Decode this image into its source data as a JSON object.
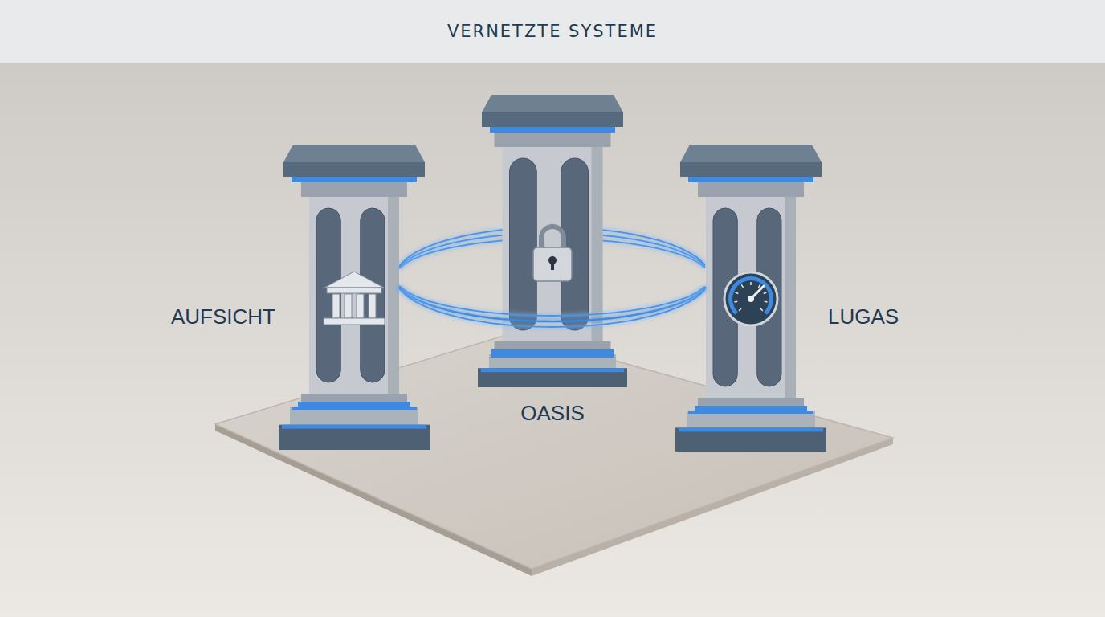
{
  "diagram": {
    "title": "VERNETZTE SYSTEME",
    "nodes": [
      {
        "text": [
          "AUFSICHT"
        ]
      },
      {
        "text": [
          "OASIS"
        ]
      },
      {
        "text": [
          "LUGAS"
        ]
      }
    ],
    "edges": [
      {
        "from": 0,
        "to": 1,
        "arrow": "none"
      },
      {
        "from": 1,
        "to": 2,
        "arrow": "none"
      }
    ]
  }
}
